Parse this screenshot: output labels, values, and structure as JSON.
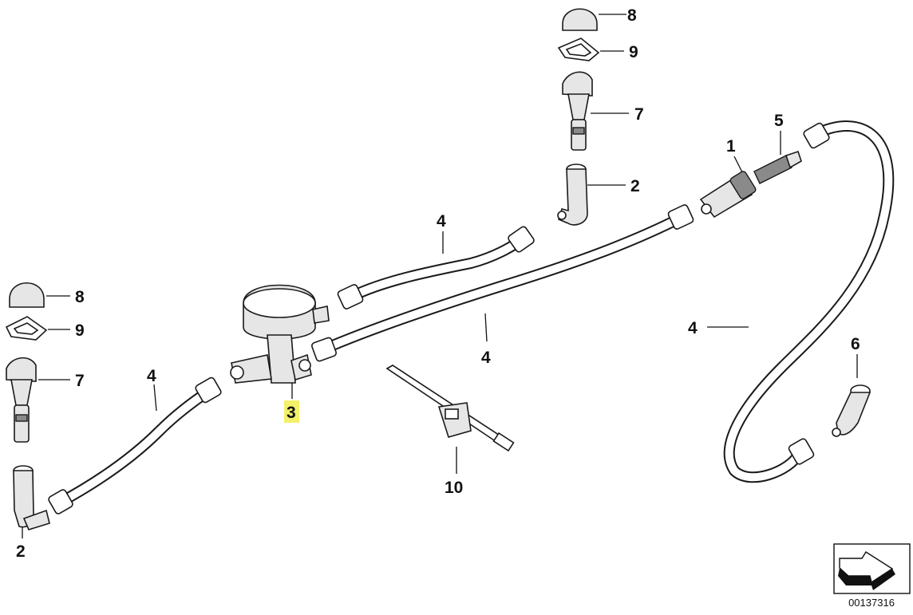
{
  "callouts": {
    "c8_top": "8",
    "c9_top": "9",
    "c7_top": "7",
    "c2_top": "2",
    "c5": "5",
    "c1": "1",
    "c4_upper": "4",
    "c8_left": "8",
    "c9_left": "9",
    "c7_left": "7",
    "c4_left": "4",
    "c3": "3",
    "c4_mid": "4",
    "c4_right": "4",
    "c6": "6",
    "c10": "10",
    "c2_left": "2"
  },
  "highlight_color": "#f3f06a",
  "catalog_number": "00137316"
}
